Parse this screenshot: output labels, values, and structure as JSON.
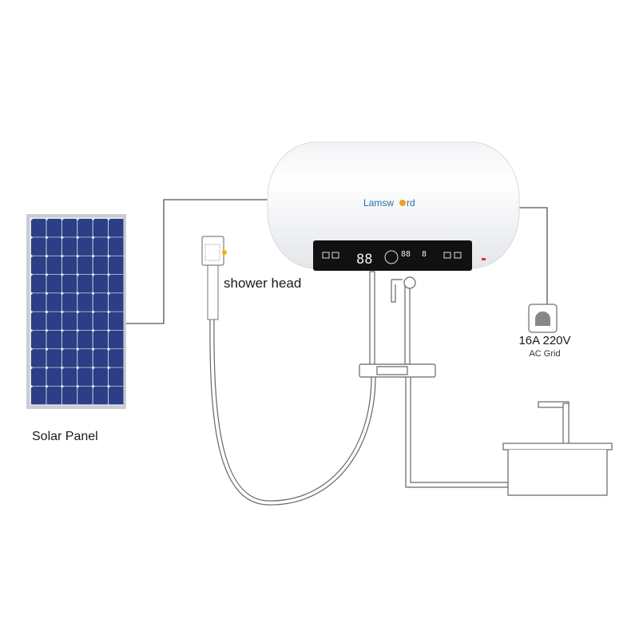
{
  "labels": {
    "solar_panel": "Solar Panel",
    "shower_head": "shower head",
    "grid_rating": "16A 220V",
    "grid_name": "AC Grid"
  },
  "heater": {
    "brand_logo": "Lamsword",
    "display_digits": "88",
    "display_digits_small": "88",
    "display_digit_single": "8"
  },
  "colors": {
    "solar_cell": "#2b3e86",
    "panel_frame": "#c9ccd3",
    "heater_body": "#ffffff",
    "display": "#111111",
    "logo_text": "#2a6ea8",
    "logo_sun": "#f0a020",
    "shower_indicator": "#f2b400",
    "lines": "#555555"
  }
}
